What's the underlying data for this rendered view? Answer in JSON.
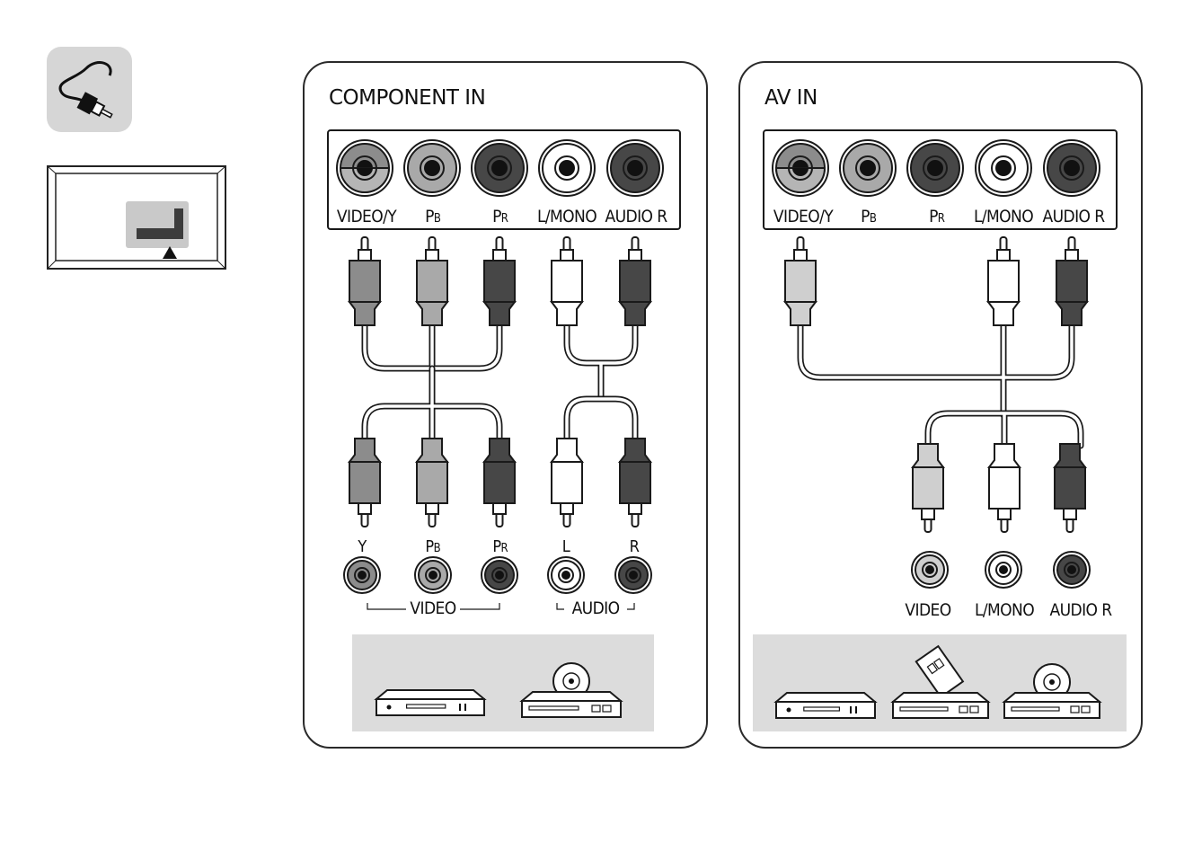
{
  "icons": {
    "cable": "cable-icon",
    "tv_rear": "tv-rear-panel-icon",
    "pointer": "pointer-triangle-icon"
  },
  "colors": {
    "video_y": "#8c8c8c",
    "pb": "#a9a9a9",
    "pr": "#474747",
    "white": "#ffffff",
    "audio_r": "#474747",
    "video_yellow_gray": "#cfcfcf",
    "device_tray": "#dcdcdc",
    "tile_gray": "#d6d6d6"
  },
  "component": {
    "title": "COMPONENT IN",
    "ports": [
      {
        "label": "VIDEO/Y",
        "main": "",
        "sub": "",
        "color": "#8c8c8c",
        "split": true
      },
      {
        "label": "",
        "main": "P",
        "sub": "B",
        "color": "#a9a9a9",
        "split": false
      },
      {
        "label": "",
        "main": "P",
        "sub": "R",
        "color": "#474747",
        "split": false
      },
      {
        "label": "L/MONO",
        "main": "",
        "sub": "",
        "color": "#ffffff",
        "split": false
      },
      {
        "label": "AUDIO R",
        "main": "",
        "sub": "",
        "color": "#474747",
        "split": false
      }
    ],
    "jacks": [
      {
        "label": "Y",
        "main": "",
        "sub": "",
        "color": "#8c8c8c"
      },
      {
        "label": "",
        "main": "P",
        "sub": "B",
        "color": "#a9a9a9"
      },
      {
        "label": "",
        "main": "P",
        "sub": "R",
        "color": "#474747"
      },
      {
        "label": "L",
        "main": "",
        "sub": "",
        "color": "#ffffff"
      },
      {
        "label": "R",
        "main": "",
        "sub": "",
        "color": "#474747"
      }
    ],
    "group_video": "VIDEO",
    "group_audio": "AUDIO",
    "devices": [
      "dvd-player-icon",
      "disc-player-icon"
    ]
  },
  "av": {
    "title": "AV IN",
    "ports": [
      {
        "label": "VIDEO/Y",
        "main": "",
        "sub": "",
        "color": "#8c8c8c",
        "split": true
      },
      {
        "label": "",
        "main": "P",
        "sub": "B",
        "color": "#a9a9a9",
        "split": false
      },
      {
        "label": "",
        "main": "P",
        "sub": "R",
        "color": "#474747",
        "split": false
      },
      {
        "label": "L/MONO",
        "main": "",
        "sub": "",
        "color": "#ffffff",
        "split": false
      },
      {
        "label": "AUDIO R",
        "main": "",
        "sub": "",
        "color": "#474747",
        "split": false
      }
    ],
    "jacks": [
      {
        "label": "VIDEO",
        "color": "#cfcfcf"
      },
      {
        "label": "L/MONO",
        "color": "#ffffff"
      },
      {
        "label": "AUDIO R",
        "color": "#474747"
      }
    ],
    "devices": [
      "dvd-player-icon",
      "vcr-icon",
      "disc-player-icon"
    ]
  }
}
